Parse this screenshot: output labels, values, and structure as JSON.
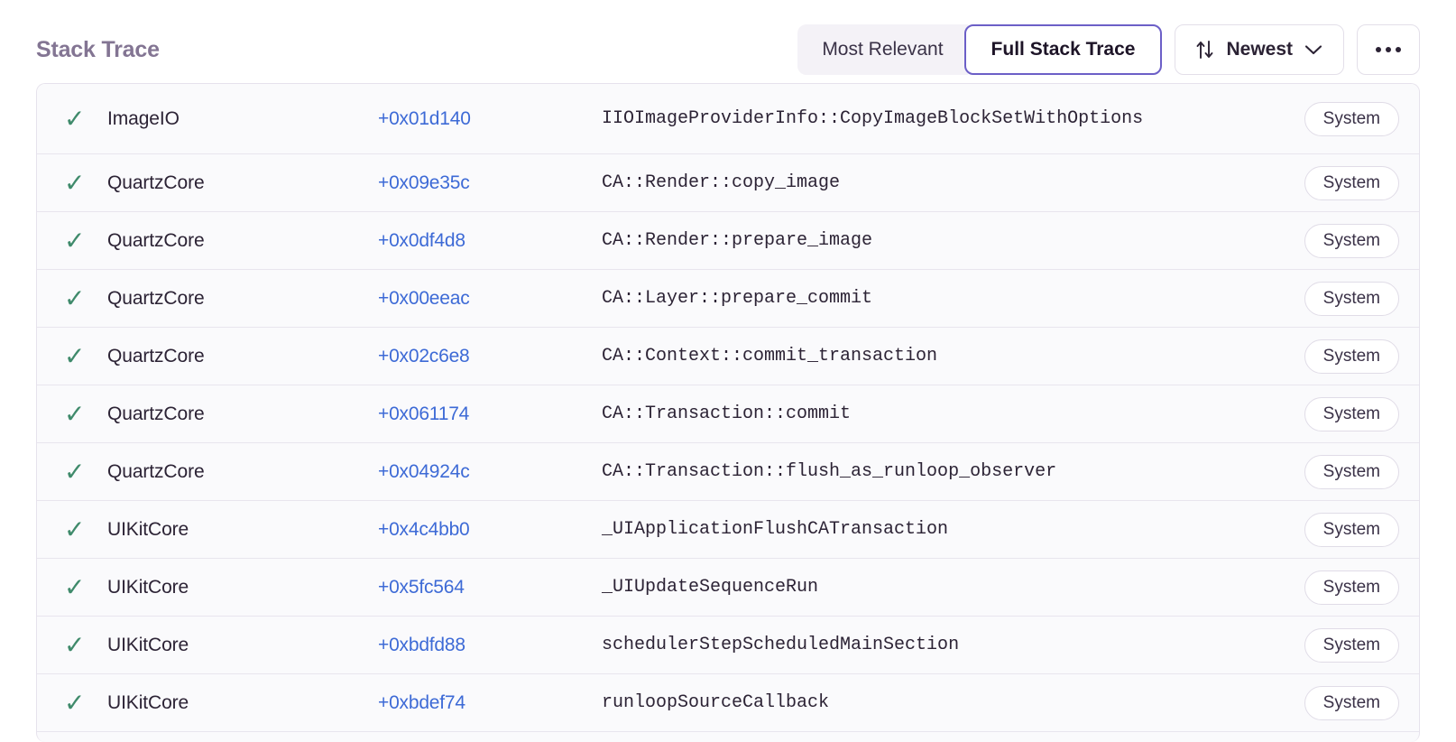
{
  "header": {
    "title": "Stack Trace",
    "segmented": {
      "options": [
        {
          "label": "Most Relevant",
          "selected": false
        },
        {
          "label": "Full Stack Trace",
          "selected": true
        }
      ]
    },
    "sort": {
      "icon": "sort-arrows-icon",
      "label": "Newest",
      "chevron": "chevron-down-icon"
    },
    "more": {
      "icon": "ellipsis-icon",
      "label": "..."
    }
  },
  "colors": {
    "accent_purple": "#6c5fc7",
    "link_blue": "#3d6ad6",
    "check_green": "#3f8a6b",
    "title_muted": "#837593",
    "row_bg": "#fafafc",
    "row_border": "#e8e5ee"
  },
  "table": {
    "rows": [
      {
        "status": "✓",
        "module": "ImageIO",
        "offset": "+0x01d140",
        "symbol": "IIOImageProviderInfo::CopyImageBlockSetWithOptions",
        "badge": "System"
      },
      {
        "status": "✓",
        "module": "QuartzCore",
        "offset": "+0x09e35c",
        "symbol": "CA::Render::copy_image",
        "badge": "System"
      },
      {
        "status": "✓",
        "module": "QuartzCore",
        "offset": "+0x0df4d8",
        "symbol": "CA::Render::prepare_image",
        "badge": "System"
      },
      {
        "status": "✓",
        "module": "QuartzCore",
        "offset": "+0x00eeac",
        "symbol": "CA::Layer::prepare_commit",
        "badge": "System"
      },
      {
        "status": "✓",
        "module": "QuartzCore",
        "offset": "+0x02c6e8",
        "symbol": "CA::Context::commit_transaction",
        "badge": "System"
      },
      {
        "status": "✓",
        "module": "QuartzCore",
        "offset": "+0x061174",
        "symbol": "CA::Transaction::commit",
        "badge": "System"
      },
      {
        "status": "✓",
        "module": "QuartzCore",
        "offset": "+0x04924c",
        "symbol": "CA::Transaction::flush_as_runloop_observer",
        "badge": "System"
      },
      {
        "status": "✓",
        "module": "UIKitCore",
        "offset": "+0x4c4bb0",
        "symbol": "_UIApplicationFlushCATransaction",
        "badge": "System"
      },
      {
        "status": "✓",
        "module": "UIKitCore",
        "offset": "+0x5fc564",
        "symbol": "_UIUpdateSequenceRun",
        "badge": "System"
      },
      {
        "status": "✓",
        "module": "UIKitCore",
        "offset": "+0xbdfd88",
        "symbol": "schedulerStepScheduledMainSection",
        "badge": "System"
      },
      {
        "status": "✓",
        "module": "UIKitCore",
        "offset": "+0xbdef74",
        "symbol": "runloopSourceCallback",
        "badge": "System"
      }
    ]
  }
}
